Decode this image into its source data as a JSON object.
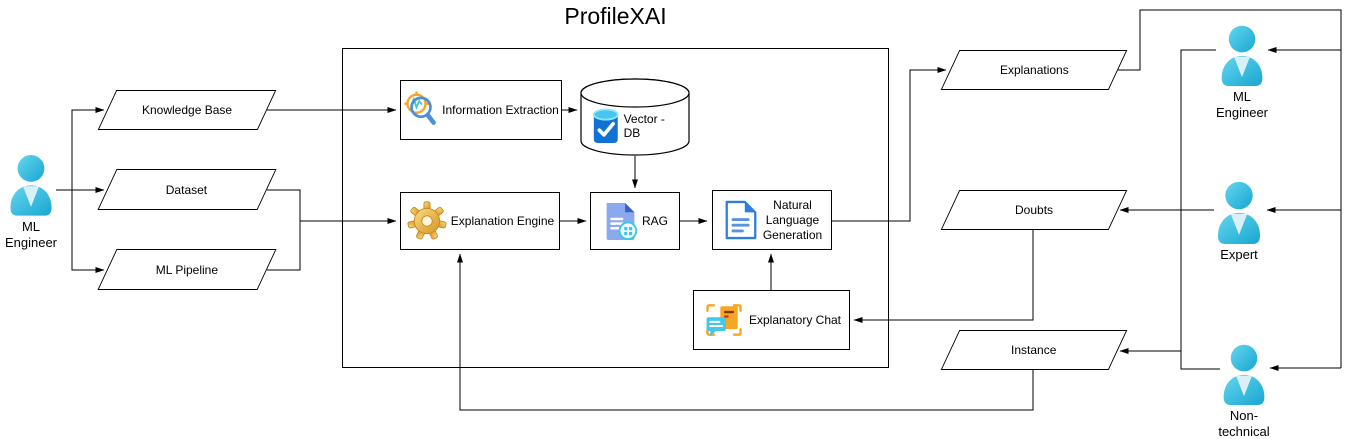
{
  "title": "ProfileXAI",
  "inputs": {
    "knowledge_base": "Knowledge Base",
    "dataset": "Dataset",
    "ml_pipeline": "ML Pipeline"
  },
  "system": {
    "information_extraction": "Information Extraction",
    "vector_db": "Vector - DB",
    "explanation_engine": "Explanation Engine",
    "rag": "RAG",
    "nlg_lines": [
      "Natural",
      "Language",
      "Generation"
    ],
    "explanatory_chat": "Explanatory Chat"
  },
  "outputs": {
    "explanations": "Explanations",
    "doubts": "Doubts",
    "instance": "Instance"
  },
  "actors": {
    "ml_engineer_left": [
      "ML",
      "Engineer"
    ],
    "ml_engineer_right": [
      "ML",
      "Engineer"
    ],
    "expert": [
      "Expert"
    ],
    "non_technical": [
      "Non-",
      "technical"
    ]
  },
  "icons": {
    "information_extraction": "search-insights-icon",
    "vector_db": "database-check-icon",
    "explanation_engine": "gear-icon",
    "rag": "document-apps-icon",
    "nlg": "document-text-icon",
    "explanatory_chat": "chat-frame-icon",
    "actor": "person-icon"
  },
  "colors": {
    "actor_cyan": "#2fbbdd",
    "accent_orange": "#f6a623",
    "doc_blue": "#2f7de1",
    "rag_doc_blue": "#8aa9ee",
    "badge_cyan": "#38c6ea",
    "gear_gold": "#e9b03c",
    "db_azure": "#1272d4",
    "line_black": "#000000",
    "shape_fill": "#ffffff"
  }
}
